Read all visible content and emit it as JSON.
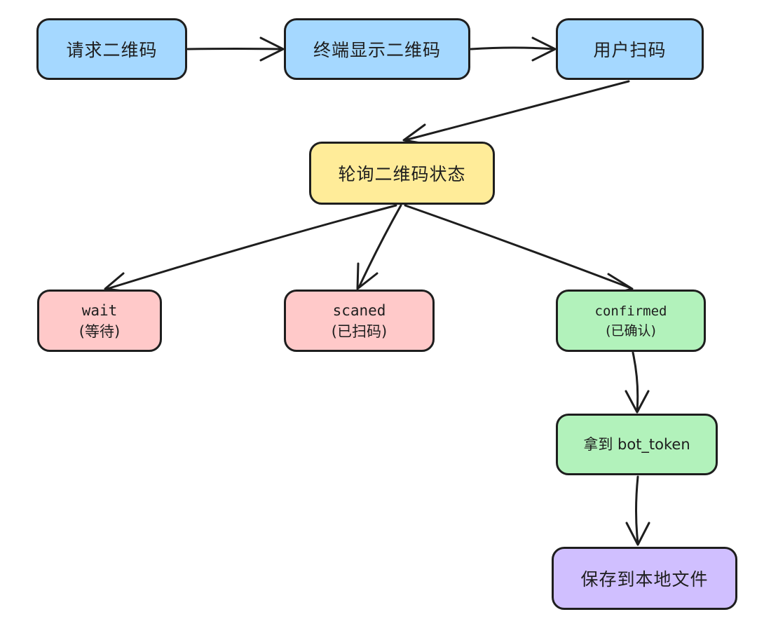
{
  "nodes": {
    "request_qr": "请求二维码",
    "terminal_show_qr": "终端显示二维码",
    "user_scan": "用户扫码",
    "poll_status": "轮询二维码状态",
    "wait_en": "wait",
    "wait_zh": "(等待)",
    "scaned_en": "scaned",
    "scaned_zh": "(已扫码)",
    "confirmed_en": "confirmed",
    "confirmed_zh": "(已确认)",
    "get_token": "拿到 bot_token",
    "save_local": "保存到本地文件"
  },
  "colors": {
    "stroke": "#1e1e1e",
    "blue": "#a5d8ff",
    "yellow": "#ffec99",
    "red": "#ffc9c9",
    "green": "#b2f2bb",
    "purple": "#d0bfff"
  }
}
